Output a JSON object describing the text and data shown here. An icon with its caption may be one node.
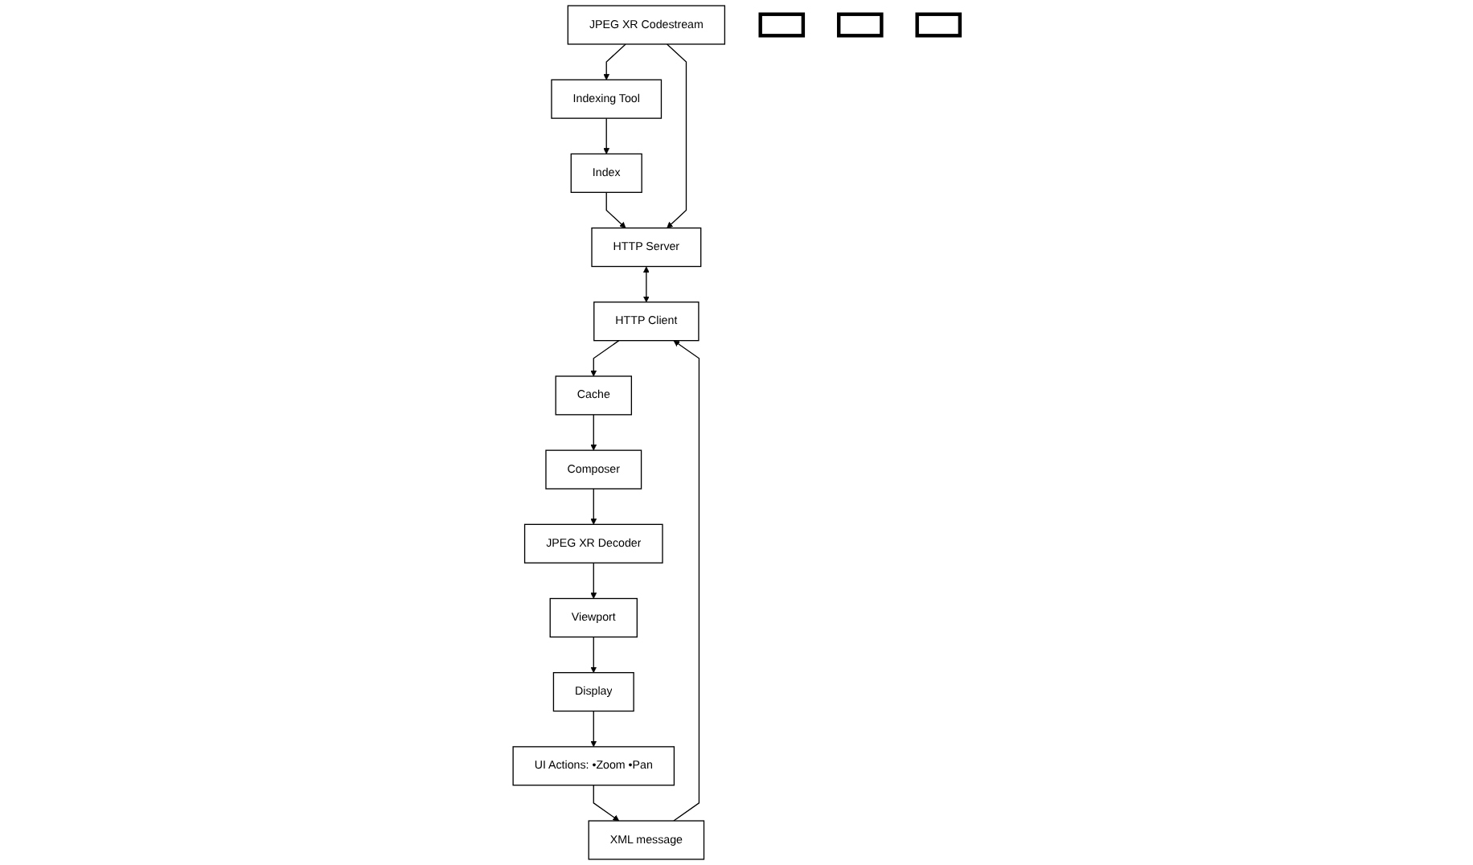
{
  "diagram": {
    "nodes": [
      {
        "text": [
          "JPEG XR Codestream"
        ]
      },
      {
        "text": [
          "Indexing Tool"
        ]
      },
      {
        "text": [
          "Index"
        ]
      },
      {
        "text": [
          "HTTP Server"
        ]
      },
      {
        "text": [
          "HTTP Client"
        ]
      },
      {
        "text": [
          "Cache"
        ]
      },
      {
        "text": [
          "Composer"
        ]
      },
      {
        "text": [
          "JPEG XR Decoder"
        ]
      },
      {
        "text": [
          "Viewport"
        ]
      },
      {
        "text": [
          "Display"
        ]
      },
      {
        "text": [
          "UI Actions: •Zoom •Pan"
        ]
      },
      {
        "text": [
          "XML message"
        ]
      },
      {
        "text": [],
        "shape": "box"
      },
      {
        "text": [],
        "shape": "box"
      },
      {
        "text": [],
        "shape": "box"
      }
    ],
    "edges": [
      {
        "from": 0,
        "to": 1,
        "arrow": "to"
      },
      {
        "from": 1,
        "to": 2,
        "arrow": "to"
      },
      {
        "from": 2,
        "to": 3,
        "arrow": "to"
      },
      {
        "from": 0,
        "to": 3,
        "arrow": "to"
      },
      {
        "from": 3,
        "to": 4,
        "arrow": "both"
      },
      {
        "from": 4,
        "to": 5,
        "arrow": "to"
      },
      {
        "from": 5,
        "to": 6,
        "arrow": "to"
      },
      {
        "from": 6,
        "to": 7,
        "arrow": "to"
      },
      {
        "from": 7,
        "to": 8,
        "arrow": "to"
      },
      {
        "from": 8,
        "to": 9,
        "arrow": "to"
      },
      {
        "from": 9,
        "to": 10,
        "arrow": "to"
      },
      {
        "from": 10,
        "to": 11,
        "arrow": "to"
      },
      {
        "from": 11,
        "to": 4,
        "arrow": "to"
      }
    ]
  }
}
